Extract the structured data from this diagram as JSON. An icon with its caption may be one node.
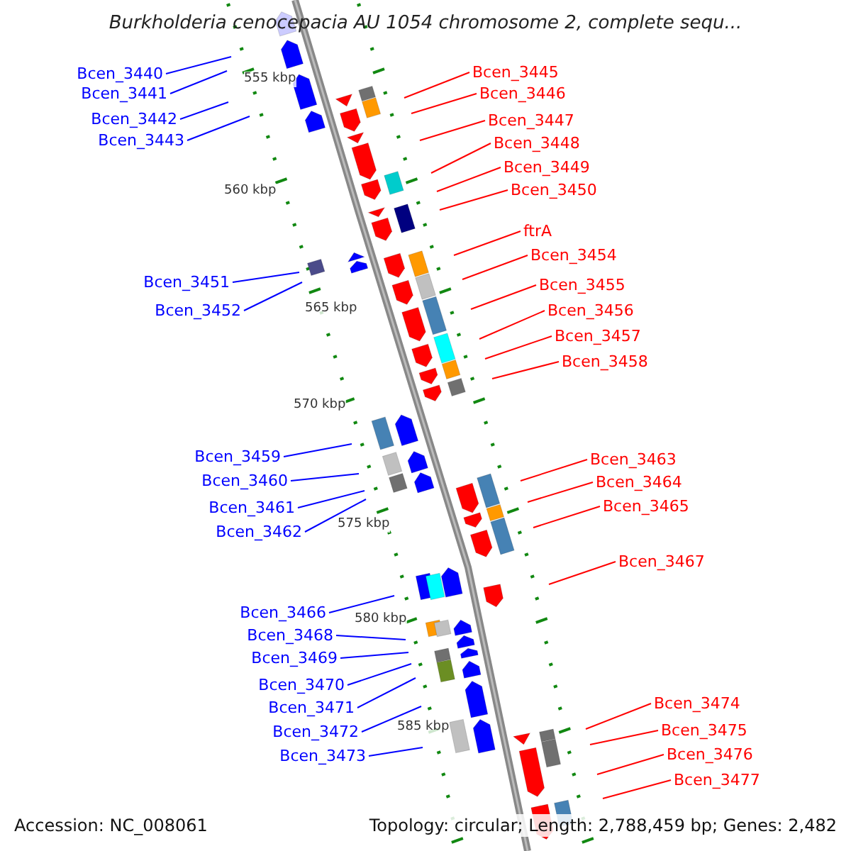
{
  "diagram": {
    "title": "Burkholderia cenocepacia AU 1054 chromosome 2, complete sequ...",
    "nodes": [
      {
        "text": [
          "Bcen_3440"
        ]
      },
      {
        "text": [
          "Bcen_3441"
        ]
      },
      {
        "text": [
          "Bcen_3442"
        ]
      },
      {
        "text": [
          "Bcen_3443"
        ]
      },
      {
        "text": [
          "Bcen_3451"
        ]
      },
      {
        "text": [
          "Bcen_3452"
        ]
      },
      {
        "text": [
          "Bcen_3459"
        ]
      },
      {
        "text": [
          "Bcen_3460"
        ]
      },
      {
        "text": [
          "Bcen_3461"
        ]
      },
      {
        "text": [
          "Bcen_3462"
        ]
      },
      {
        "text": [
          "Bcen_3466"
        ]
      },
      {
        "text": [
          "Bcen_3468"
        ]
      },
      {
        "text": [
          "Bcen_3469"
        ]
      },
      {
        "text": [
          "Bcen_3470"
        ]
      },
      {
        "text": [
          "Bcen_3471"
        ]
      },
      {
        "text": [
          "Bcen_3472"
        ]
      },
      {
        "text": [
          "Bcen_3473"
        ]
      },
      {
        "text": [
          "Bcen_3445"
        ]
      },
      {
        "text": [
          "Bcen_3446"
        ]
      },
      {
        "text": [
          "Bcen_3447"
        ]
      },
      {
        "text": [
          "Bcen_3448"
        ]
      },
      {
        "text": [
          "Bcen_3449"
        ]
      },
      {
        "text": [
          "Bcen_3450"
        ]
      },
      {
        "text": [
          "ftrA"
        ]
      },
      {
        "text": [
          "Bcen_3454"
        ]
      },
      {
        "text": [
          "Bcen_3455"
        ]
      },
      {
        "text": [
          "Bcen_3456"
        ]
      },
      {
        "text": [
          "Bcen_3457"
        ]
      },
      {
        "text": [
          "Bcen_3458"
        ]
      },
      {
        "text": [
          "Bcen_3463"
        ]
      },
      {
        "text": [
          "Bcen_3464"
        ]
      },
      {
        "text": [
          "Bcen_3465"
        ]
      },
      {
        "text": [
          "Bcen_3467"
        ]
      },
      {
        "text": [
          "Bcen_3474"
        ]
      },
      {
        "text": [
          "Bcen_3475"
        ]
      },
      {
        "text": [
          "Bcen_3476"
        ]
      },
      {
        "text": [
          "Bcen_3477"
        ]
      }
    ],
    "edges": [
      {
        "from": 0,
        "to": null,
        "arrow": "none",
        "color": "#0000ff"
      },
      {
        "from": 1,
        "to": null,
        "arrow": "none",
        "color": "#0000ff"
      },
      {
        "from": 2,
        "to": null,
        "arrow": "none",
        "color": "#0000ff"
      },
      {
        "from": 3,
        "to": null,
        "arrow": "none",
        "color": "#0000ff"
      },
      {
        "from": 4,
        "to": null,
        "arrow": "none",
        "color": "#0000ff"
      },
      {
        "from": 5,
        "to": null,
        "arrow": "none",
        "color": "#0000ff"
      },
      {
        "from": 6,
        "to": null,
        "arrow": "none",
        "color": "#0000ff"
      },
      {
        "from": 7,
        "to": null,
        "arrow": "none",
        "color": "#0000ff"
      },
      {
        "from": 8,
        "to": null,
        "arrow": "none",
        "color": "#0000ff"
      },
      {
        "from": 9,
        "to": null,
        "arrow": "none",
        "color": "#0000ff"
      },
      {
        "from": 10,
        "to": null,
        "arrow": "none",
        "color": "#0000ff"
      },
      {
        "from": 11,
        "to": null,
        "arrow": "none",
        "color": "#0000ff"
      },
      {
        "from": 12,
        "to": null,
        "arrow": "none",
        "color": "#0000ff"
      },
      {
        "from": 13,
        "to": null,
        "arrow": "none",
        "color": "#0000ff"
      },
      {
        "from": 14,
        "to": null,
        "arrow": "none",
        "color": "#0000ff"
      },
      {
        "from": 15,
        "to": null,
        "arrow": "none",
        "color": "#0000ff"
      },
      {
        "from": 16,
        "to": null,
        "arrow": "none",
        "color": "#0000ff"
      },
      {
        "from": 17,
        "to": null,
        "arrow": "none",
        "color": "#ff0000"
      },
      {
        "from": 18,
        "to": null,
        "arrow": "none",
        "color": "#ff0000"
      },
      {
        "from": 19,
        "to": null,
        "arrow": "none",
        "color": "#ff0000"
      },
      {
        "from": 20,
        "to": null,
        "arrow": "none",
        "color": "#ff0000"
      },
      {
        "from": 21,
        "to": null,
        "arrow": "none",
        "color": "#ff0000"
      },
      {
        "from": 22,
        "to": null,
        "arrow": "none",
        "color": "#ff0000"
      },
      {
        "from": 23,
        "to": null,
        "arrow": "none",
        "color": "#ff0000"
      },
      {
        "from": 24,
        "to": null,
        "arrow": "none",
        "color": "#ff0000"
      },
      {
        "from": 25,
        "to": null,
        "arrow": "none",
        "color": "#ff0000"
      },
      {
        "from": 26,
        "to": null,
        "arrow": "none",
        "color": "#ff0000"
      },
      {
        "from": 27,
        "to": null,
        "arrow": "none",
        "color": "#ff0000"
      },
      {
        "from": 28,
        "to": null,
        "arrow": "none",
        "color": "#ff0000"
      },
      {
        "from": 29,
        "to": null,
        "arrow": "none",
        "color": "#ff0000"
      },
      {
        "from": 30,
        "to": null,
        "arrow": "none",
        "color": "#ff0000"
      },
      {
        "from": 31,
        "to": null,
        "arrow": "none",
        "color": "#ff0000"
      },
      {
        "from": 32,
        "to": null,
        "arrow": "none",
        "color": "#ff0000"
      },
      {
        "from": 33,
        "to": null,
        "arrow": "none",
        "color": "#ff0000"
      },
      {
        "from": 34,
        "to": null,
        "arrow": "none",
        "color": "#ff0000"
      },
      {
        "from": 35,
        "to": null,
        "arrow": "none",
        "color": "#ff0000"
      },
      {
        "from": 36,
        "to": null,
        "arrow": "none",
        "color": "#ff0000"
      }
    ],
    "labels": [
      "555 kbp",
      "560 kbp",
      "565 kbp",
      "570 kbp",
      "575 kbp",
      "580 kbp",
      "585 kbp",
      "Accession: NC_008061",
      "Topology: circular; Length: 2,788,459 bp; Genes: 2,482"
    ]
  }
}
